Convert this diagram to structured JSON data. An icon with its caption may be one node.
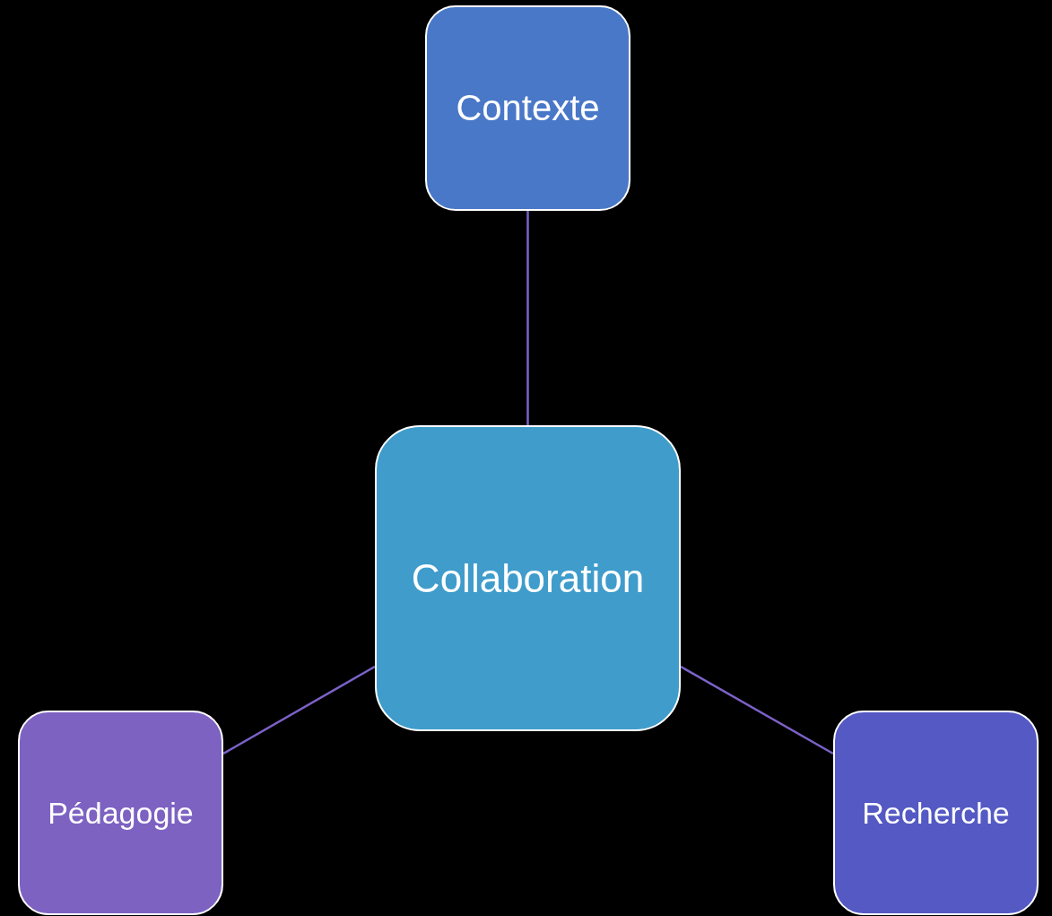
{
  "diagram": {
    "nodes": [
      {
        "text": [
          "Contexte"
        ]
      },
      {
        "text": [
          "Collaboration"
        ]
      },
      {
        "text": [
          "Pédagogie"
        ]
      },
      {
        "text": [
          "Recherche"
        ]
      }
    ],
    "edges": [
      {
        "from": 1,
        "to": 0,
        "arrow": "none"
      },
      {
        "from": 1,
        "to": 2,
        "arrow": "none"
      },
      {
        "from": 1,
        "to": 3,
        "arrow": "none"
      }
    ]
  }
}
